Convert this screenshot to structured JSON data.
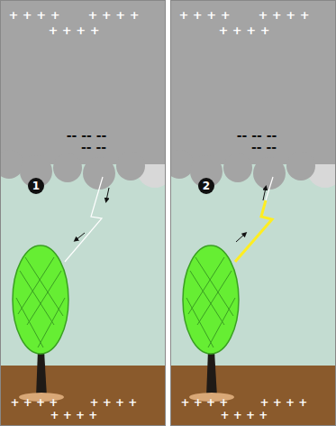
{
  "diagram": {
    "labels": [
      "+ + + +",
      "+ + + +",
      "+ + + +",
      "-- -- --",
      "-- --",
      "1",
      "+ + + +",
      "+ + + +",
      "+ + + +",
      "+ + + +",
      "+ + + +",
      "+ + + +",
      "-- -- --",
      "-- --",
      "2",
      "+ + + +",
      "+ + + +",
      "+ + + +"
    ]
  }
}
